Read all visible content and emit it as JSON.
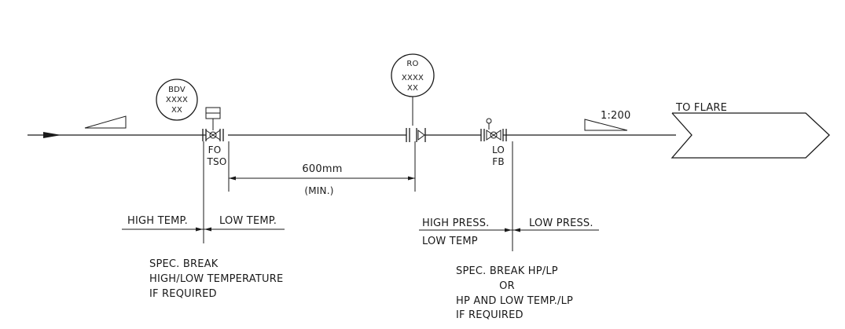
{
  "instruments": {
    "bdv": {
      "line1": "BDV",
      "line2": "XXXX",
      "line3": "XX"
    },
    "ro": {
      "line1": "RO",
      "line2": "XXXX",
      "line3": "XX"
    }
  },
  "valve_left": {
    "label1": "FO",
    "label2": "TSO"
  },
  "valve_right": {
    "label1": "LO",
    "label2": "FB"
  },
  "dimension": {
    "value": "600mm",
    "note": "(MIN.)"
  },
  "slope": {
    "label": "1:200"
  },
  "destination": {
    "label": "TO FLARE"
  },
  "break_left": {
    "left_label": "HIGH TEMP.",
    "right_label": "LOW TEMP.",
    "note_line1": "SPEC. BREAK",
    "note_line2": "HIGH/LOW TEMPERATURE",
    "note_line3": "IF REQUIRED"
  },
  "break_right": {
    "upper_left_label": "HIGH PRESS.",
    "lower_left_label": "LOW TEMP",
    "right_label": "LOW PRESS.",
    "note_line1": "SPEC. BREAK HP/LP",
    "note_line2": "OR",
    "note_line3": "HP AND LOW TEMP./LP",
    "note_line4": "IF REQUIRED"
  }
}
